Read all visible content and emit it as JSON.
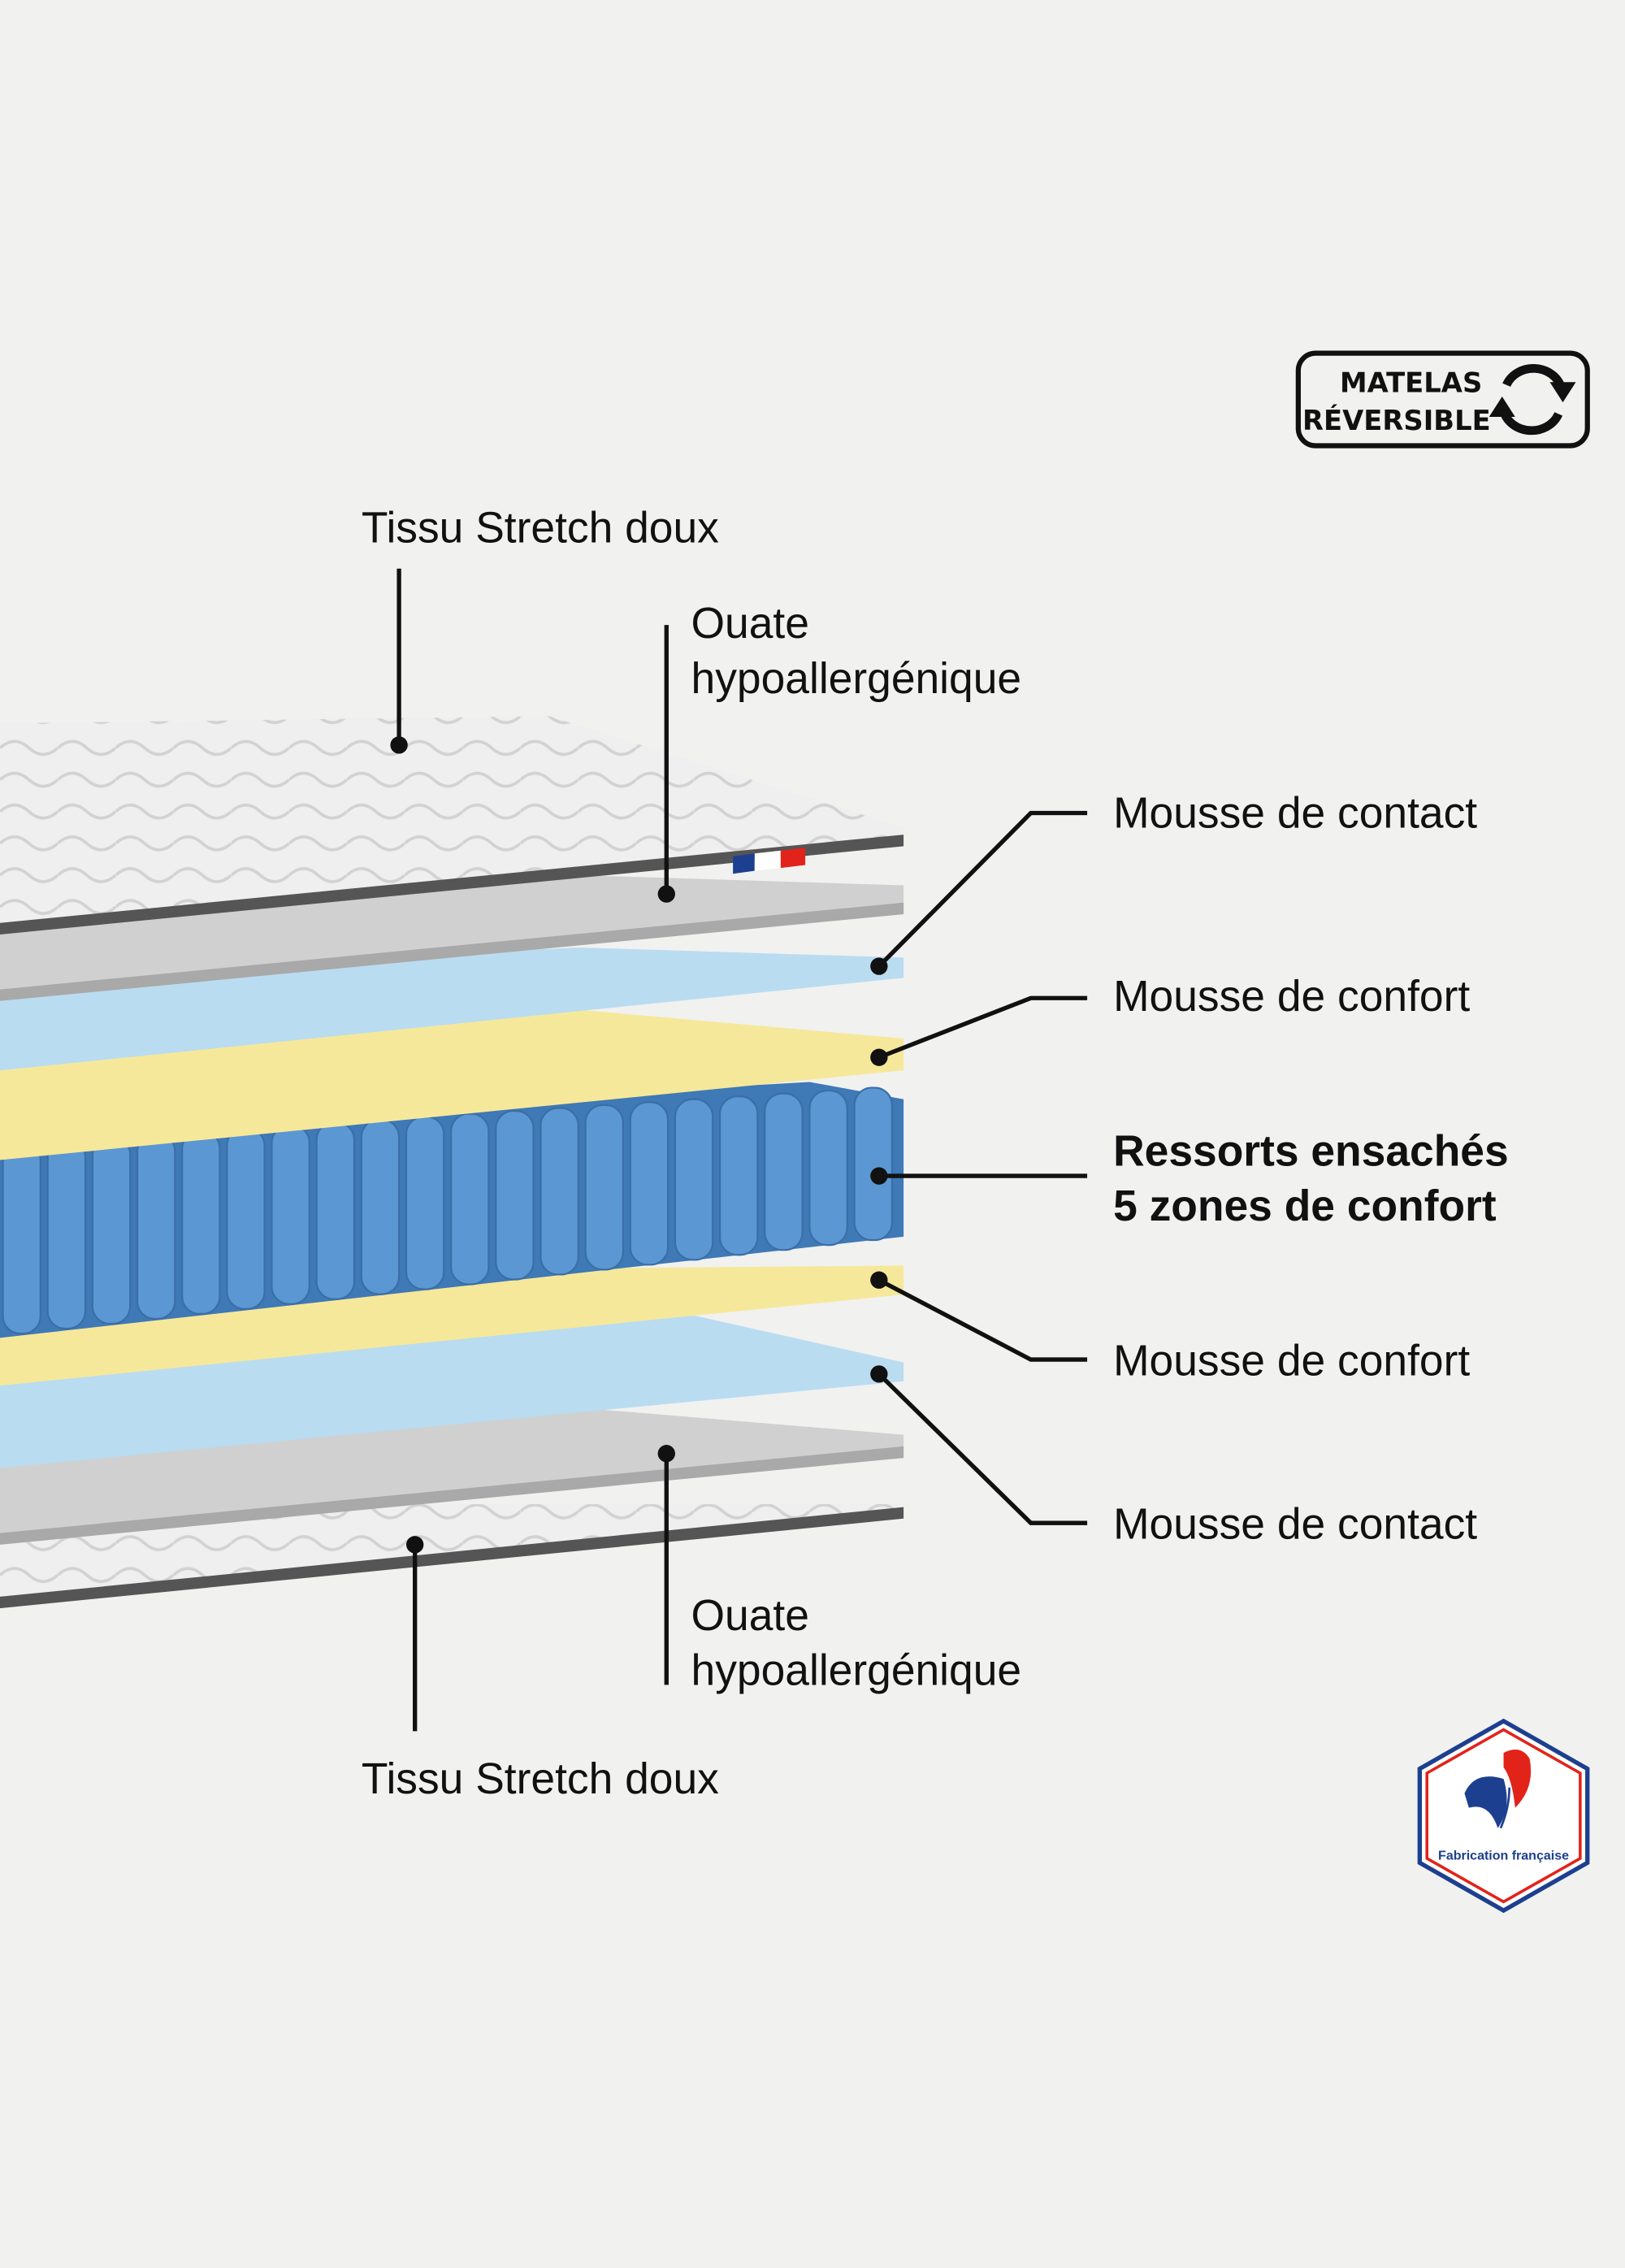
{
  "badge": {
    "line1": "MATELAS",
    "line2": "RÉVERSIBLE",
    "icon": "reverse-arrows-icon"
  },
  "labels": {
    "tissu_top": "Tissu Stretch doux",
    "ouate_top_1": "Ouate",
    "ouate_top_2": "hypoallergénique",
    "contact_top": "Mousse de contact",
    "confort_top": "Mousse de confort",
    "ressorts_1": "Ressorts ensachés",
    "ressorts_2": "5 zones de confort",
    "confort_bottom": "Mousse de confort",
    "contact_bottom": "Mousse de contact",
    "ouate_bottom_1": "Ouate",
    "ouate_bottom_2": "hypoallergénique",
    "tissu_bottom": "Tissu Stretch doux"
  },
  "logo": {
    "text": "Fabrication française"
  },
  "colors": {
    "contact": "#b9dcf1",
    "confort": "#f6e89a",
    "springs": "#4a86c4",
    "ouate": "#cfcfcf",
    "tissu": "#eeeeee",
    "flag_blue": "#1d3f8f",
    "flag_red": "#e2231a"
  }
}
